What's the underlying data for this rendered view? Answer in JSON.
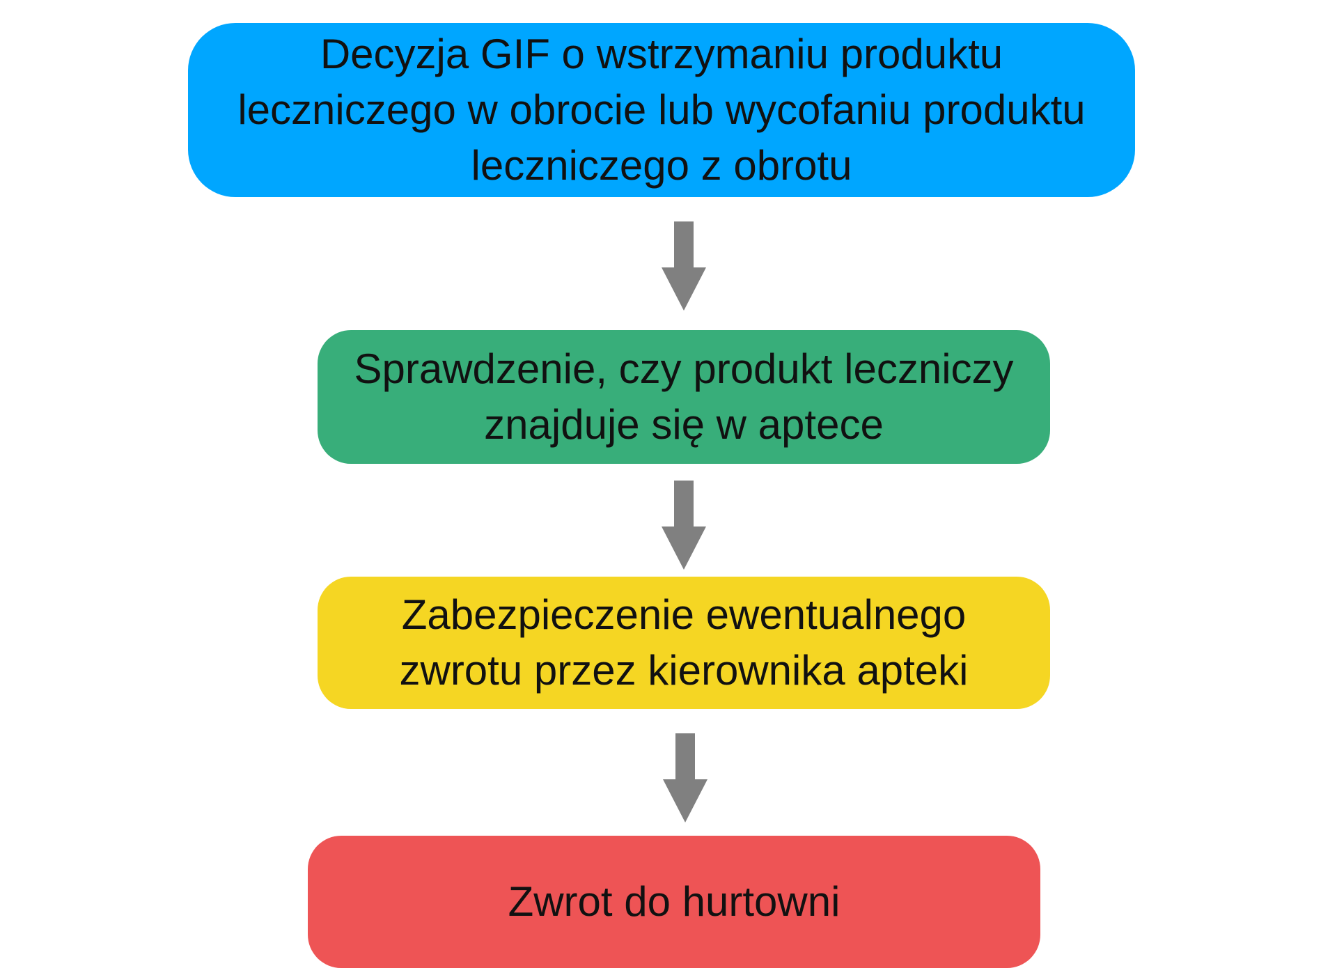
{
  "steps": [
    {
      "text": "Decyzja GIF o wstrzymaniu produktu leczniczego w obrocie lub wycofaniu produktu leczniczego z obrotu",
      "color": "#00A6FF"
    },
    {
      "text": "Sprawdzenie, czy produkt leczniczy znajduje się w aptece",
      "color": "#38AE7A"
    },
    {
      "text": "Zabezpieczenie ewentualnego zwrotu przez kierownika apteki",
      "color": "#F5D623"
    },
    {
      "text": "Zwrot do hurtowni",
      "color": "#EE5455"
    }
  ],
  "arrow_color": "#808080"
}
